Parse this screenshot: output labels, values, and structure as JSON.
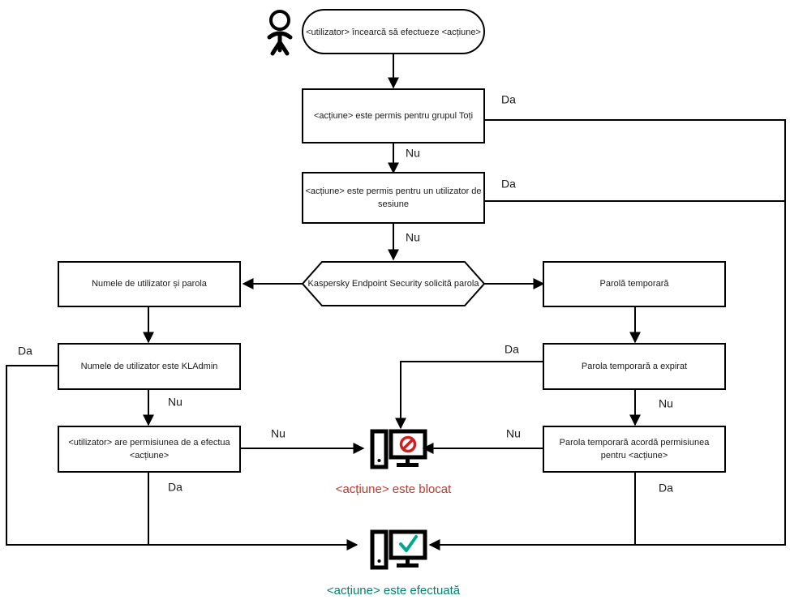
{
  "diagram": {
    "type": "flowchart",
    "language": "ro",
    "colors": {
      "stroke": "#000000",
      "background": "#ffffff",
      "blocked_text": "#c0392b",
      "blocked_icon": "#cc2222",
      "success_text": "#00826e",
      "success_icon": "#00a88e",
      "node_text": "#1a1a1a"
    },
    "actor": {
      "name": "user-actor-icon",
      "label": ""
    },
    "nodes": {
      "start": "<utilizator> încearcă să efectueze <acțiune>",
      "allowed_everyone": "<acțiune> este permis pentru grupul Toți",
      "allowed_session_user": "<acțiune> este permis pentru un utilizator de sesiune",
      "kes_requests_password": "Kaspersky Endpoint Security solicită parola",
      "username_and_password": "Numele de utilizator și parola",
      "temporary_password": "Parolă temporară",
      "username_is_kladmin": "Numele de utilizator este KLAdmin",
      "temporary_password_expired": "Parola temporară a expirat",
      "user_has_permission": "<utilizator> are permisiunea de a efectua <acțiune>",
      "temporary_password_grants": "Parola temporară acordă permisiunea pentru <acțiune>"
    },
    "terminals": {
      "blocked_caption": "<acțiune> este blocat",
      "success_caption": "<acțiune> este efectuată",
      "blocked_icon_name": "computer-blocked-icon",
      "success_icon_name": "computer-allowed-icon"
    },
    "edge_labels": {
      "yes": "Da",
      "no": "Nu"
    },
    "edges": [
      {
        "from": "start",
        "to": "allowed_everyone",
        "label": ""
      },
      {
        "from": "allowed_everyone",
        "to": "success",
        "label": "Da"
      },
      {
        "from": "allowed_everyone",
        "to": "allowed_session_user",
        "label": "Nu"
      },
      {
        "from": "allowed_session_user",
        "to": "success",
        "label": "Da"
      },
      {
        "from": "allowed_session_user",
        "to": "kes_requests_password",
        "label": "Nu"
      },
      {
        "from": "kes_requests_password",
        "to": "username_and_password",
        "label": ""
      },
      {
        "from": "kes_requests_password",
        "to": "temporary_password",
        "label": ""
      },
      {
        "from": "username_and_password",
        "to": "username_is_kladmin",
        "label": ""
      },
      {
        "from": "username_is_kladmin",
        "to": "success",
        "label": "Da"
      },
      {
        "from": "username_is_kladmin",
        "to": "user_has_permission",
        "label": "Nu"
      },
      {
        "from": "user_has_permission",
        "to": "blocked",
        "label": "Nu"
      },
      {
        "from": "user_has_permission",
        "to": "success",
        "label": "Da"
      },
      {
        "from": "temporary_password",
        "to": "temporary_password_expired",
        "label": ""
      },
      {
        "from": "temporary_password_expired",
        "to": "blocked",
        "label": "Da"
      },
      {
        "from": "temporary_password_expired",
        "to": "temporary_password_grants",
        "label": "Nu"
      },
      {
        "from": "temporary_password_grants",
        "to": "blocked",
        "label": "Nu"
      },
      {
        "from": "temporary_password_grants",
        "to": "success",
        "label": "Da"
      }
    ]
  }
}
